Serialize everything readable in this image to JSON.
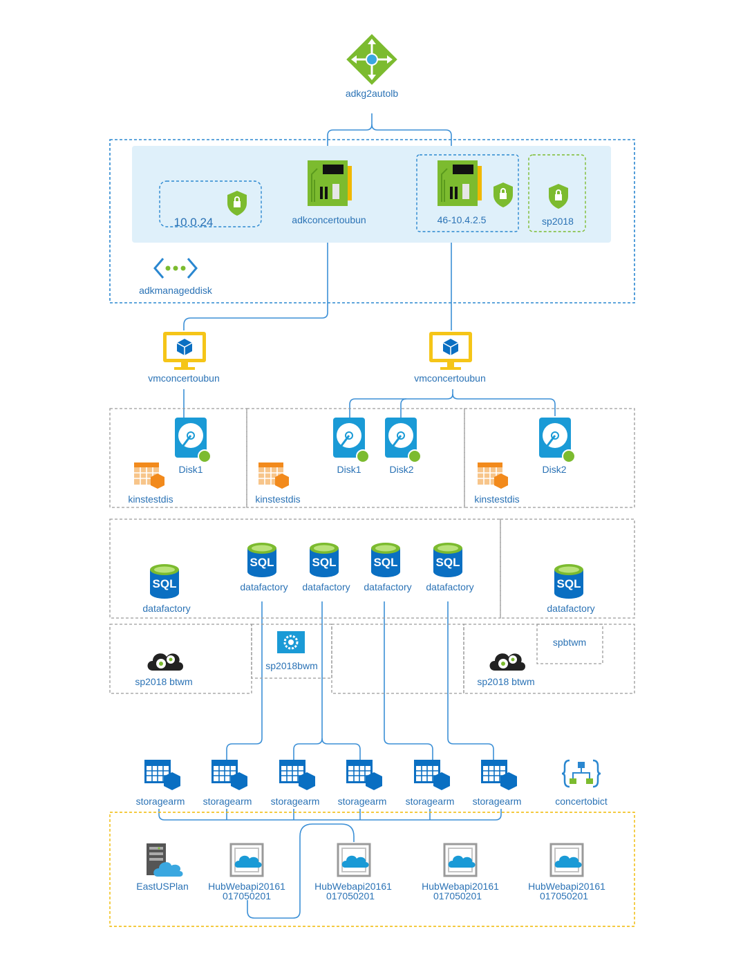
{
  "load_balancer": {
    "label": "adkg2autolb",
    "icon": "load-balancer-icon"
  },
  "vnet": {
    "label": "adkmanageddisk",
    "subnet_address": "10.0.24",
    "nic_left": "adkconcertoubun",
    "nic_right": "46-10.4.2.5",
    "nsg_label": "sp2018"
  },
  "vms": [
    {
      "label": "vmconcertoubun"
    },
    {
      "label": "vmconcertoubun"
    }
  ],
  "disks": [
    {
      "label": "Disk1"
    },
    {
      "label": "Disk1"
    },
    {
      "label": "Disk2"
    },
    {
      "label": "Disk2"
    }
  ],
  "storage_groups": [
    {
      "label": "kinstestdis"
    },
    {
      "label": "kinstestdis"
    },
    {
      "label": "kinstestdis"
    }
  ],
  "sql": [
    {
      "label": "datafactory"
    },
    {
      "label": "datafactory"
    },
    {
      "label": "datafactory"
    },
    {
      "label": "datafactory"
    },
    {
      "label": "datafactory"
    },
    {
      "label": "datafactory"
    }
  ],
  "sql_icon_text": "SQL",
  "services": {
    "left": "sp2018 btwm",
    "mid": "sp2018bwm",
    "right": "sp2018 btwm",
    "small_box": "spbtwm"
  },
  "storage": [
    {
      "label": "storagearm"
    },
    {
      "label": "storagearm"
    },
    {
      "label": "storagearm"
    },
    {
      "label": "storagearm"
    },
    {
      "label": "storagearm"
    },
    {
      "label": "storagearm"
    }
  ],
  "logic_app": {
    "label": "concertobict"
  },
  "app_plan": {
    "label": "EastUSPlan"
  },
  "webapps": [
    {
      "line1": "HubWebapi20161",
      "line2": "017050201"
    },
    {
      "line1": "HubWebapi20161",
      "line2": "017050201"
    },
    {
      "line1": "HubWebapi20161",
      "line2": "017050201"
    },
    {
      "line1": "HubWebapi20161",
      "line2": "017050201"
    }
  ],
  "colors": {
    "connector": "#3b8fd6",
    "azure_blue": "#0a6fc2",
    "green": "#7cbb2f",
    "yellow": "#f0b800",
    "orange": "#f28a1c",
    "gray_dash": "#9a9a9a",
    "vnet_fill": "#dff0fa"
  }
}
